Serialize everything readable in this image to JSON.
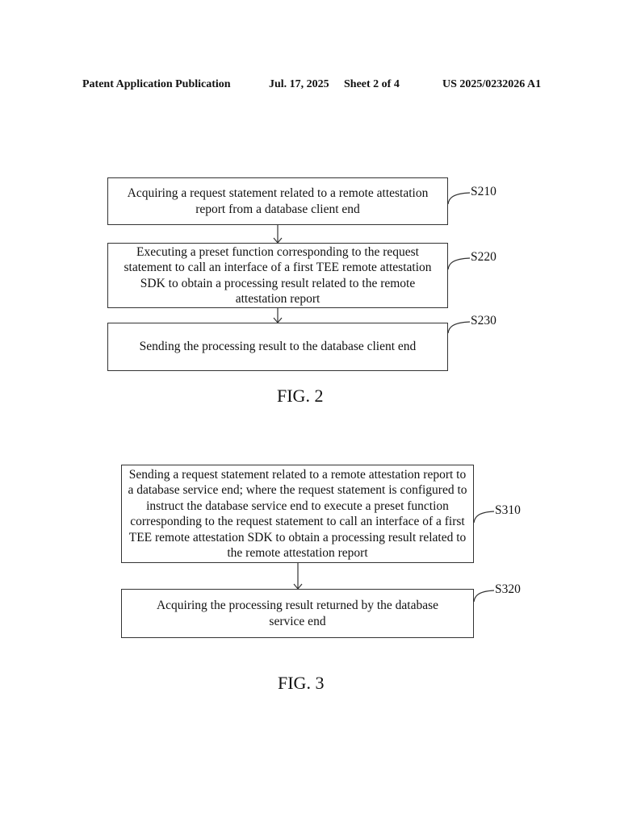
{
  "header": {
    "left": "Patent Application Publication",
    "date": "Jul. 17, 2025",
    "sheet": "Sheet 2 of 4",
    "number": "US 2025/0232026 A1"
  },
  "fig2": {
    "caption": "FIG. 2",
    "steps": [
      {
        "label": "S210",
        "text": "Acquiring a request statement related to a remote attestation report from a database client end"
      },
      {
        "label": "S220",
        "text": "Executing a preset function corresponding to the request statement to call an interface of a first TEE remote attestation SDK to obtain a processing result related to the remote attestation report"
      },
      {
        "label": "S230",
        "text": "Sending the processing result to the database client end"
      }
    ]
  },
  "fig3": {
    "caption": "FIG. 3",
    "steps": [
      {
        "label": "S310",
        "text": "Sending a request statement related to a remote attestation report to a database service end; where the request statement is configured to instruct the database service end to execute a preset function corresponding to the request statement to call an interface of a first TEE remote attestation SDK to obtain a processing result related to the remote attestation report"
      },
      {
        "label": "S320",
        "text": "Acquiring the processing result returned by the database service end"
      }
    ]
  }
}
